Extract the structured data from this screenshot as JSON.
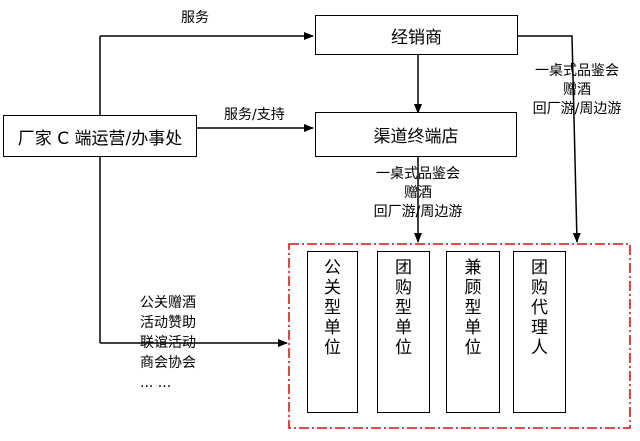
{
  "nodes": {
    "dealer": "经销商",
    "terminal": "渠道终端店",
    "manufacturer": "厂家 C 端运营/办事处",
    "units": [
      "公关型单位",
      "团购型单位",
      "兼顾型单位",
      "团购代理人"
    ]
  },
  "edges": {
    "to_dealer": "服务",
    "to_terminal": "服务/支持",
    "dealer_to_units": [
      "一桌式品鉴会",
      "赠酒",
      "回厂游/周边游"
    ],
    "terminal_to_units": [
      "一桌式品鉴会",
      "赠酒",
      "回厂游/周边游"
    ],
    "manufacturer_to_units": [
      "公关赠酒",
      "活动赞助",
      "联谊活动",
      "商会协会",
      "...  ..."
    ]
  },
  "colors": {
    "line": "#000000",
    "dashed_border": "#e0302a"
  }
}
